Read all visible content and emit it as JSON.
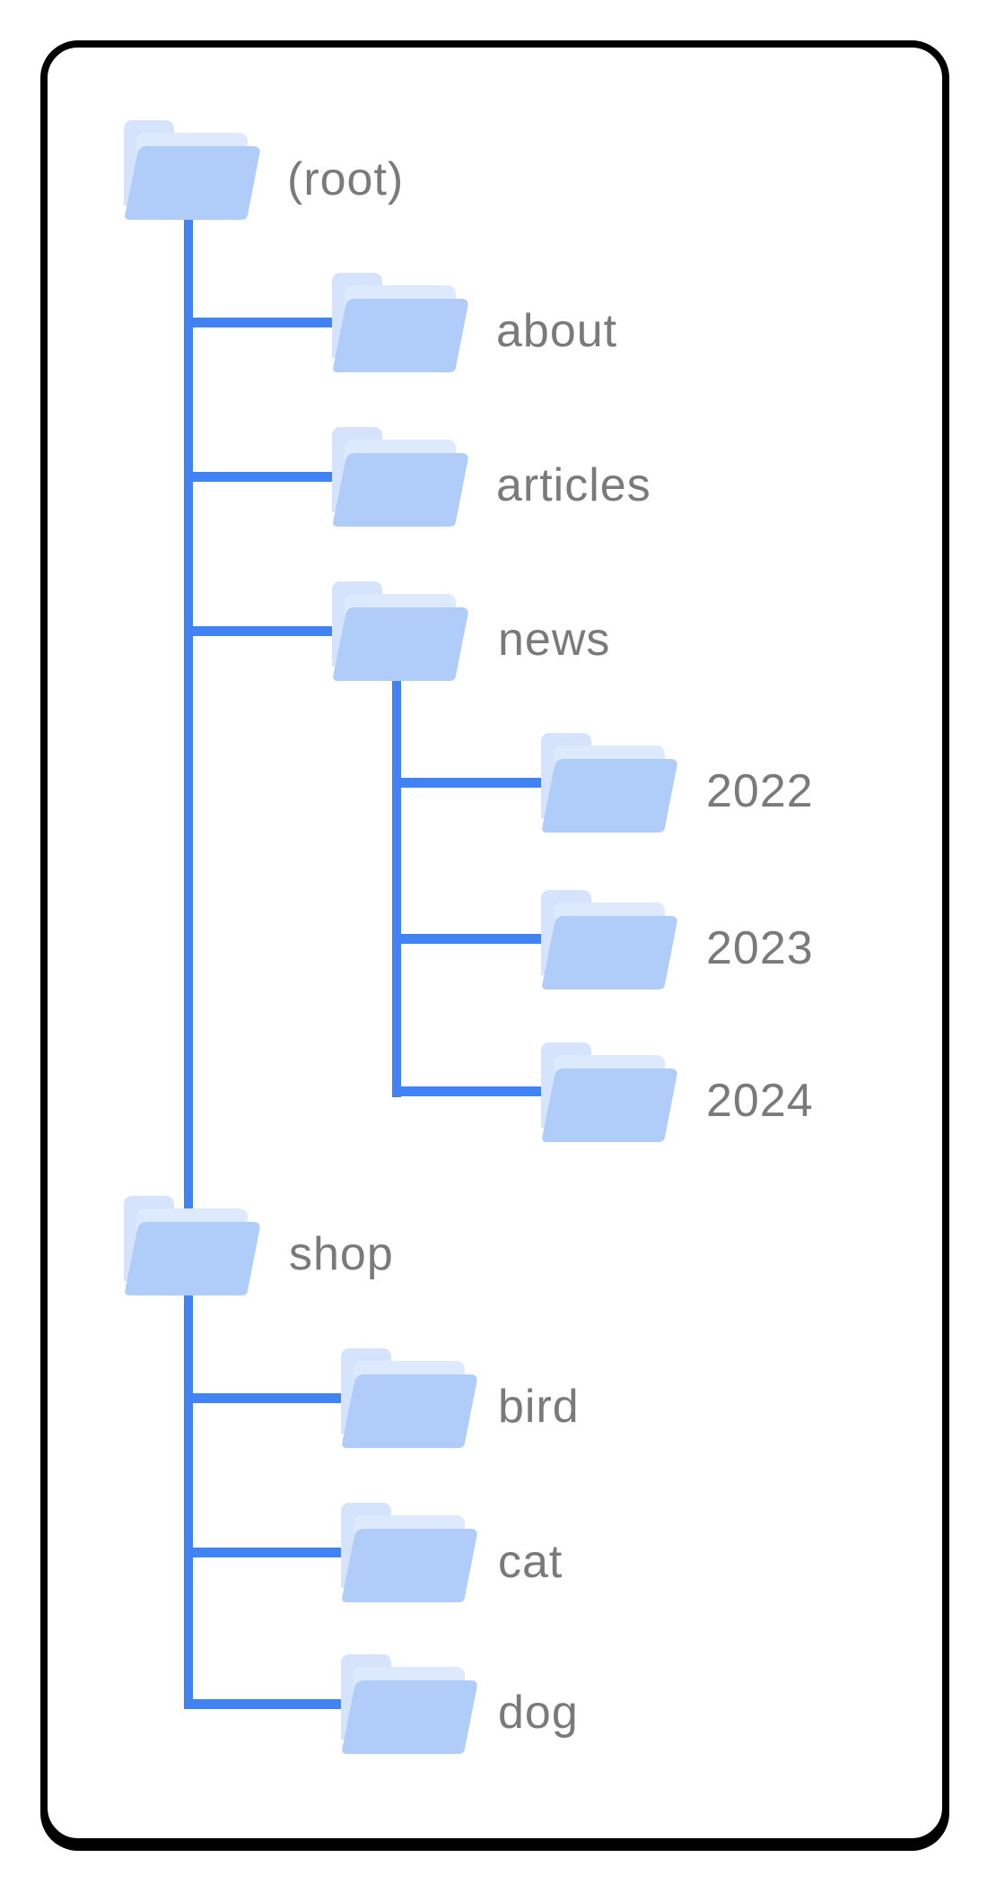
{
  "diagram": {
    "kind": "site-folder-tree",
    "tree": {
      "roots": [
        {
          "label": "(root)",
          "children": [
            {
              "label": "about"
            },
            {
              "label": "articles"
            },
            {
              "label": "news",
              "children": [
                {
                  "label": "2022"
                },
                {
                  "label": "2023"
                },
                {
                  "label": "2024"
                }
              ]
            }
          ]
        },
        {
          "label": "shop",
          "children": [
            {
              "label": "bird"
            },
            {
              "label": "cat"
            },
            {
              "label": "dog"
            }
          ]
        }
      ]
    },
    "colors": {
      "connector_blue": "#4183f4",
      "folder_front": "#b0ccf9",
      "folder_back_tab": "#d5e3fc",
      "folder_back_sheet": "#dde9fd",
      "label_gray": "#7a7a7a",
      "card_border": "#000000",
      "background": "#ffffff"
    }
  }
}
